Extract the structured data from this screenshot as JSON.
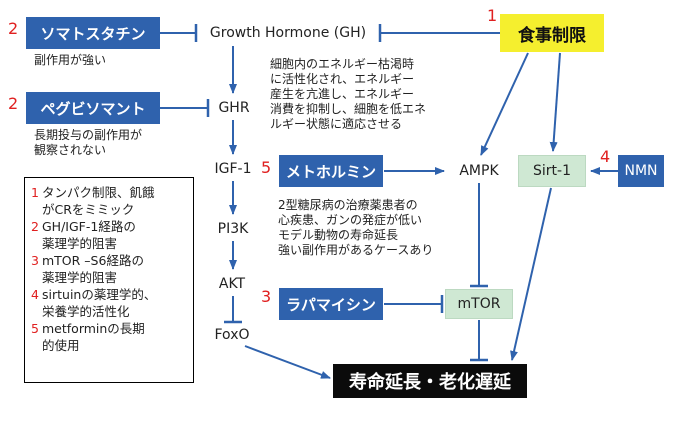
{
  "colors": {
    "blue": "#2f62ad",
    "arrow": "#2f62ad",
    "yellow": "#f5ef2e",
    "green": "#cfe8d3",
    "red": "#e02020"
  },
  "nodes": {
    "somatostatin": "ソマトスタチン",
    "growth_hormone": "Growth Hormone (GH)",
    "dietary_restriction": "食事制限",
    "pegvisomant": "ペグビソマント",
    "ghr": "GHR",
    "igf1": "IGF-1",
    "pi3k": "PI3K",
    "akt": "AKT",
    "foxo": "FoxO",
    "metformin": "メトホルミン",
    "ampk": "AMPK",
    "sirt1": "Sirt-1",
    "nmn": "NMN",
    "rapamycin": "ラパマイシン",
    "mtor": "mTOR",
    "outcome": "寿命延長・老化遅延"
  },
  "numbers": {
    "somatostatin": "2",
    "pegvisomant": "2",
    "dietary_restriction": "1",
    "metformin": "5",
    "nmn": "4",
    "rapamycin": "3"
  },
  "notes": {
    "somatostatin": "副作用が強い",
    "pegvisomant": "長期投与の副作用が\n観察されない",
    "ampk": "細胞内のエネルギー枯渇時\nに活性化され、エネルギー\n産生を亢進し、エネルギー\n消費を抑制し、細胞を低エネ\nルギー状態に適応させる",
    "metformin": "2型糖尿病の治療薬患者の\n心疾患、ガンの発症が低い\nモデル動物の寿命延長\n強い副作用があるケースあり"
  },
  "legend": [
    {
      "num": "1",
      "text": "タンパク制限、飢餓\nがCRをミミック"
    },
    {
      "num": "2",
      "text": "GH/IGF-1経路の\n薬理学的阻害"
    },
    {
      "num": "3",
      "text": "mTOR –S6経路の\n薬理学的阻害"
    },
    {
      "num": "4",
      "text": "sirtuinの薬理学的、\n栄養学的活性化"
    },
    {
      "num": "5",
      "text": "metforminの長期\n的使用"
    }
  ],
  "edges": [
    {
      "from": "somatostatin",
      "to": "growth_hormone",
      "type": "inhibit"
    },
    {
      "from": "dietary_restriction",
      "to": "growth_hormone",
      "type": "inhibit"
    },
    {
      "from": "growth_hormone",
      "to": "ghr",
      "type": "activate"
    },
    {
      "from": "pegvisomant",
      "to": "ghr",
      "type": "inhibit"
    },
    {
      "from": "ghr",
      "to": "igf1",
      "type": "activate"
    },
    {
      "from": "igf1",
      "to": "pi3k",
      "type": "activate"
    },
    {
      "from": "pi3k",
      "to": "akt",
      "type": "activate"
    },
    {
      "from": "akt",
      "to": "foxo",
      "type": "inhibit"
    },
    {
      "from": "foxo",
      "to": "outcome",
      "type": "activate"
    },
    {
      "from": "dietary_restriction",
      "to": "ampk",
      "type": "activate"
    },
    {
      "from": "dietary_restriction",
      "to": "sirt1",
      "type": "activate"
    },
    {
      "from": "metformin",
      "to": "ampk",
      "type": "activate"
    },
    {
      "from": "nmn",
      "to": "sirt1",
      "type": "activate"
    },
    {
      "from": "ampk",
      "to": "mtor",
      "type": "inhibit"
    },
    {
      "from": "rapamycin",
      "to": "mtor",
      "type": "inhibit"
    },
    {
      "from": "mtor",
      "to": "outcome",
      "type": "inhibit"
    },
    {
      "from": "sirt1",
      "to": "outcome",
      "type": "activate"
    }
  ]
}
